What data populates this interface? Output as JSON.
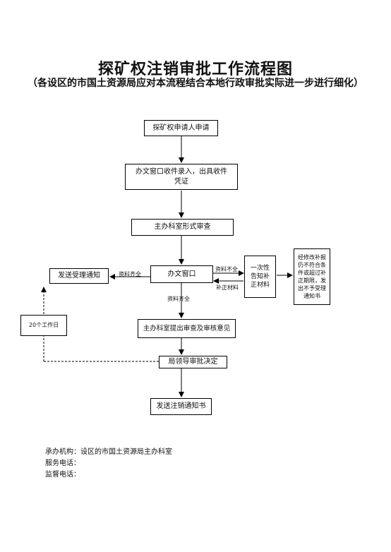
{
  "title": "探矿权注销审批工作流程图",
  "subtitle": "（各设区的市国土资源局应对本流程结合本地行政审批实际进一步进行细化）",
  "nodes": {
    "apply": "探矿权申请人申请",
    "receive": "办文窗口收件录入，出具收件凭证",
    "review": "主办科室形式审查",
    "window": "办文窗口",
    "notify_accept": "发送受理通知",
    "one_time_notice": "一次性告知补正材料",
    "reject_notice": "经修改补报仍不符合条件或超过补正期限，发出不予受理通知书",
    "opinion": "主办科室提出审查及审核意见",
    "decision": "局领导审批决定",
    "cancel_notice": "发送注销通知书",
    "workdays": "20个工作日"
  },
  "labels": {
    "complete": "资料齐全",
    "incomplete_right": "资料不全",
    "supplement": "补正材料",
    "incomplete_down": "资料齐全"
  },
  "footer": {
    "agency": "承办机构：设区的市国土资源局主办科室",
    "service_phone": "服务电话：",
    "supervise_phone": "监督电话："
  }
}
